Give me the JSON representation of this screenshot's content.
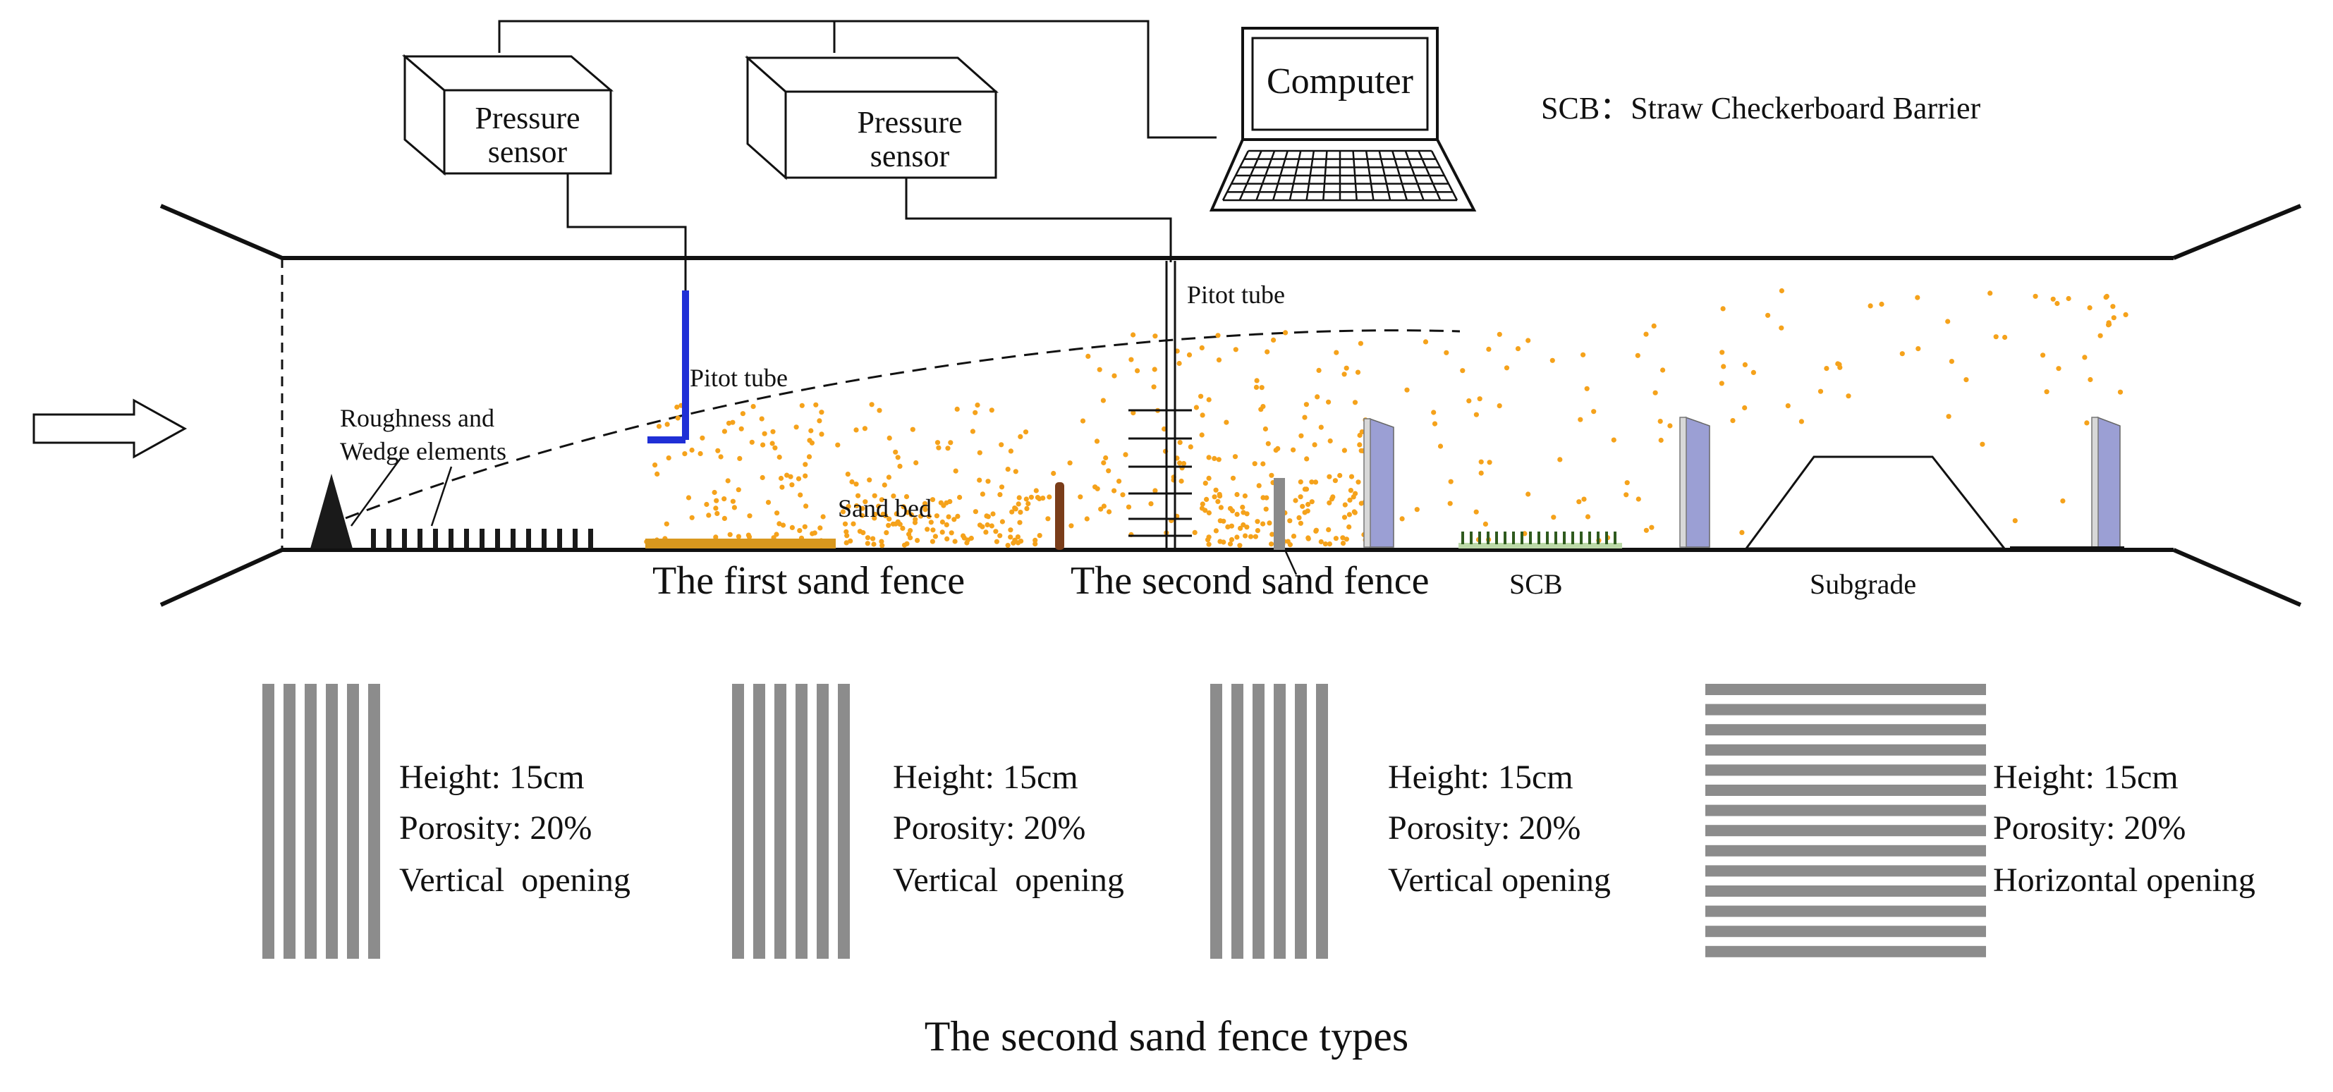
{
  "legend_note": "SCB：Straw Checkerboard Barrier",
  "equipment": {
    "sensor1_line1": "Pressure",
    "sensor1_line2": "sensor",
    "sensor2_line1": "Pressure",
    "sensor2_line2": "sensor",
    "computer": "Computer"
  },
  "tunnel_labels": {
    "pitot_tube_1": "Pitot tube",
    "pitot_tube_2": "Pitot tube",
    "roughness_line1": "Roughness and",
    "roughness_line2": "Wedge elements",
    "sand_bed": "Sand bed",
    "first_fence": "The first sand fence",
    "second_fence": "The second sand fence",
    "scb": "SCB",
    "subgrade": "Subgrade"
  },
  "fence_types": [
    {
      "height": "Height: 15cm",
      "porosity": "Porosity: 20%",
      "opening": "Vertical  opening",
      "orientation": "vertical"
    },
    {
      "height": "Height: 15cm",
      "porosity": "Porosity: 20%",
      "opening": "Vertical  opening",
      "orientation": "vertical"
    },
    {
      "height": "Height: 15cm",
      "porosity": "Porosity: 20%",
      "opening": "Vertical opening",
      "orientation": "vertical"
    },
    {
      "height": "Height: 15cm",
      "porosity": "Porosity: 20%",
      "opening": "Horizontal opening",
      "orientation": "horizontal"
    }
  ],
  "caption": "The second sand fence types",
  "colors": {
    "line": "#111111",
    "pitot_blue": "#1f2fd6",
    "sand": "#f5a21b",
    "sand_bed": "#d9981e",
    "fence_brown": "#7a3d1a",
    "fence_gray": "#8a8a8a",
    "panel_lavender": "#9b9fd4",
    "scb_green": "#2f5a1e",
    "fence_bar": "#8c8c8c"
  }
}
